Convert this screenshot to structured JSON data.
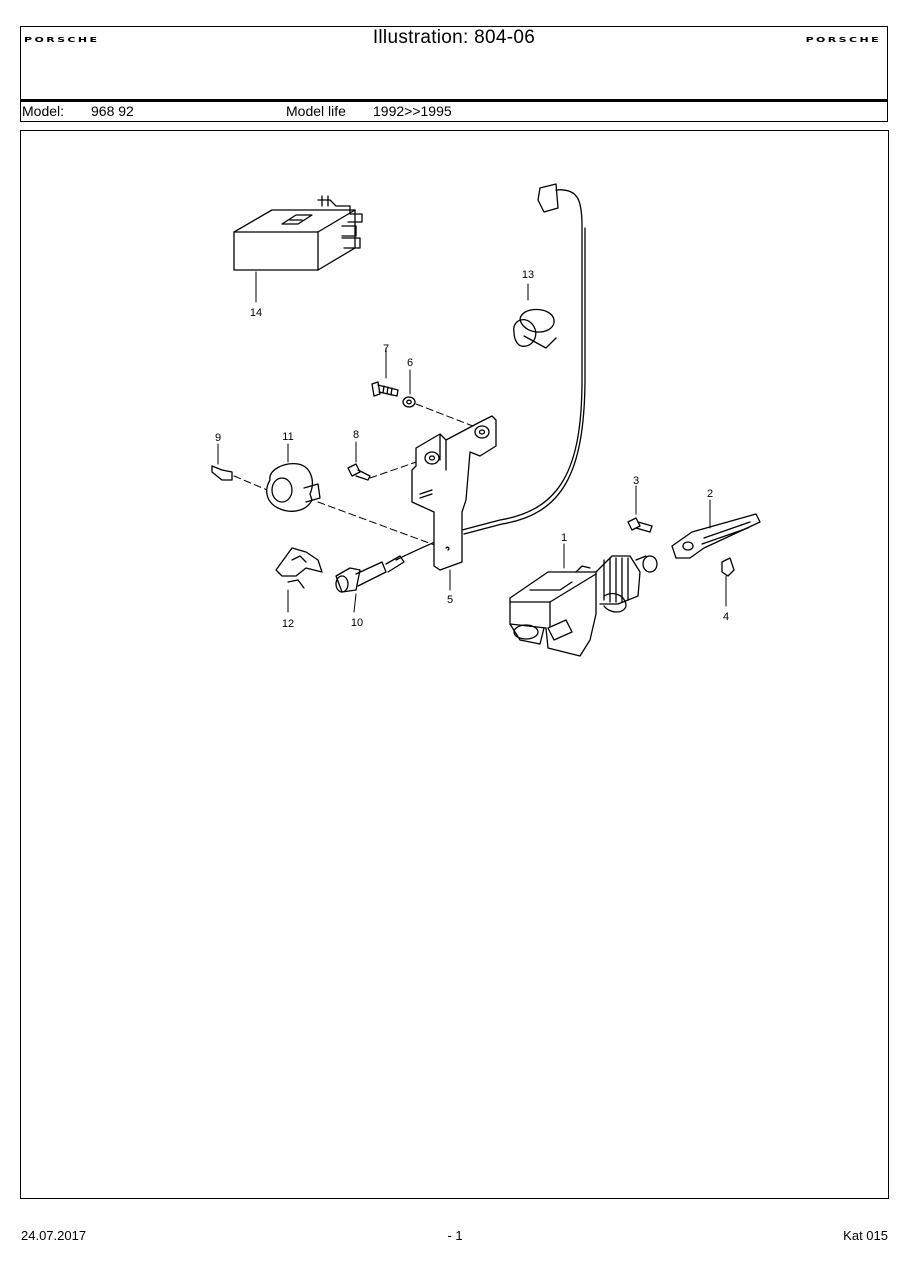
{
  "header": {
    "logo_left": "PORSCHE",
    "logo_right": "PORSCHE",
    "title": "Illustration: 804-06",
    "model_label": "Model:",
    "model_value": "968 92",
    "model_life_label": "Model life",
    "model_life_value": "1992>>1995"
  },
  "diagram": {
    "callouts": [
      "1",
      "2",
      "3",
      "4",
      "5",
      "6",
      "7",
      "8",
      "9",
      "10",
      "11",
      "12",
      "13",
      "14"
    ]
  },
  "footer": {
    "date": "24.07.2017",
    "page": "- 1",
    "catalog": "Kat 015"
  }
}
